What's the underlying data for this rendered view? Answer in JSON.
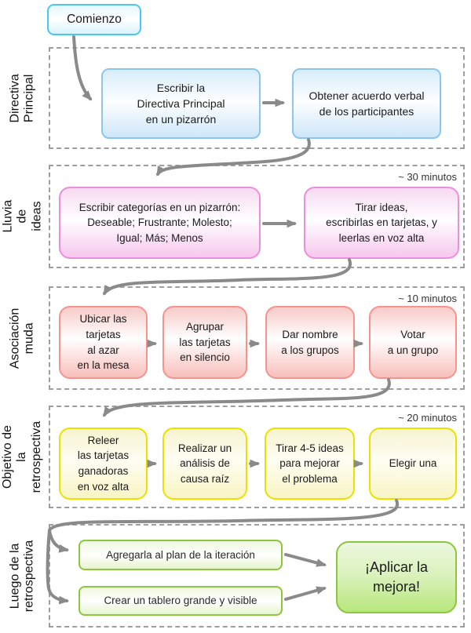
{
  "start": {
    "label": "Comienzo"
  },
  "sections": [
    {
      "label": "Directiva\nPrincipal",
      "boxes": [
        {
          "text": "Escribir la\nDirectiva Principal\nen un pizarrón"
        },
        {
          "text": "Obtener acuerdo verbal\nde los participantes"
        }
      ]
    },
    {
      "label": "Lluvia\nde ideas",
      "time": "~ 30 minutos",
      "boxes": [
        {
          "text": "Escribir categorías en un pizarrón:\nDeseable; Frustrante; Molesto;\nIgual; Más; Menos"
        },
        {
          "text": "Tirar ideas,\nescribirlas en tarjetas, y\nleerlas en voz alta"
        }
      ]
    },
    {
      "label": "Asociación\nmuda",
      "time": "~ 10 minutos",
      "boxes": [
        {
          "text": "Ubicar las\ntarjetas\nal azar\nen la mesa"
        },
        {
          "text": "Agrupar\nlas tarjetas\nen silencio"
        },
        {
          "text": "Dar nombre\na los grupos"
        },
        {
          "text": "Votar\na un grupo"
        }
      ]
    },
    {
      "label": "Objetivo de la\nretrospectiva",
      "time": "~ 20 minutos",
      "boxes": [
        {
          "text": "Releer\nlas tarjetas\nganadoras\nen voz alta"
        },
        {
          "text": "Realizar un\nanálisis de\ncausa raíz"
        },
        {
          "text": "Tirar 4-5 ideas\npara mejorar\nel problema"
        },
        {
          "text": "Elegir una"
        }
      ]
    },
    {
      "label": "Luego de la\nretrospectiva",
      "boxes": [
        {
          "text": "Agregarla al plan de la iteración"
        },
        {
          "text": "Crear un tablero grande y visible"
        },
        {
          "text": "¡Aplicar la\nmejora!"
        }
      ]
    }
  ],
  "colors": {
    "arrow": "#8a8a8a",
    "dashed_border": "#9e9e9e",
    "start_border": "#4ac7f2",
    "blue_border": "#8cc6ee",
    "pink_border": "#ea8fdd",
    "red_border": "#f4948e",
    "yellow_border": "#ebe100",
    "green_border": "#8dc63f"
  }
}
